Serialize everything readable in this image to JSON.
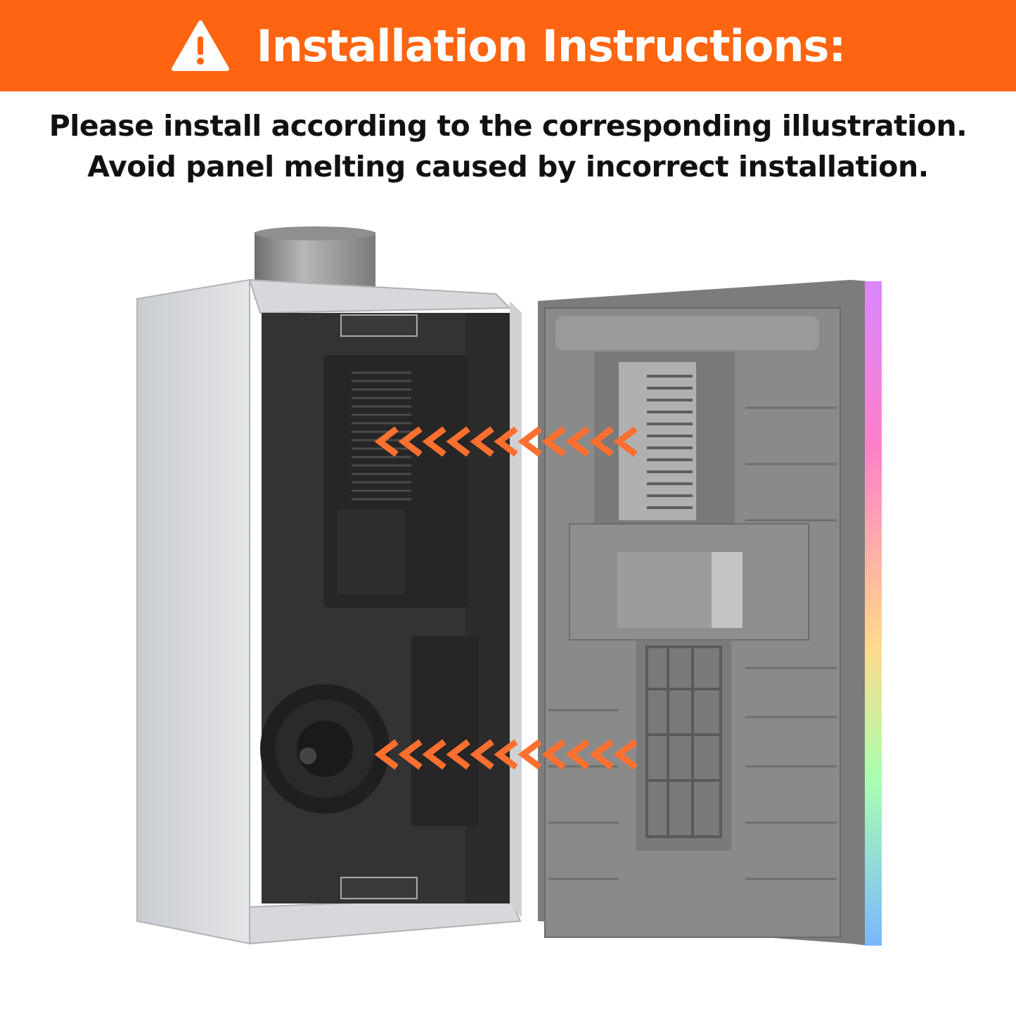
{
  "banner": {
    "title": "Installation Instructions:",
    "icon": "warning-triangle-icon",
    "color": "#ff6410"
  },
  "instructions": {
    "line1": "Please install according to the corresponding illustration.",
    "line2": "Avoid panel melting caused by incorrect installation."
  },
  "illustration": {
    "housing_icon": "fan-housing-illustration",
    "panel_icon": "rgb-grille-panel-illustration",
    "arrow_icon": "chevron-arrows-left-icon",
    "arrow_color": "#ff7030"
  }
}
